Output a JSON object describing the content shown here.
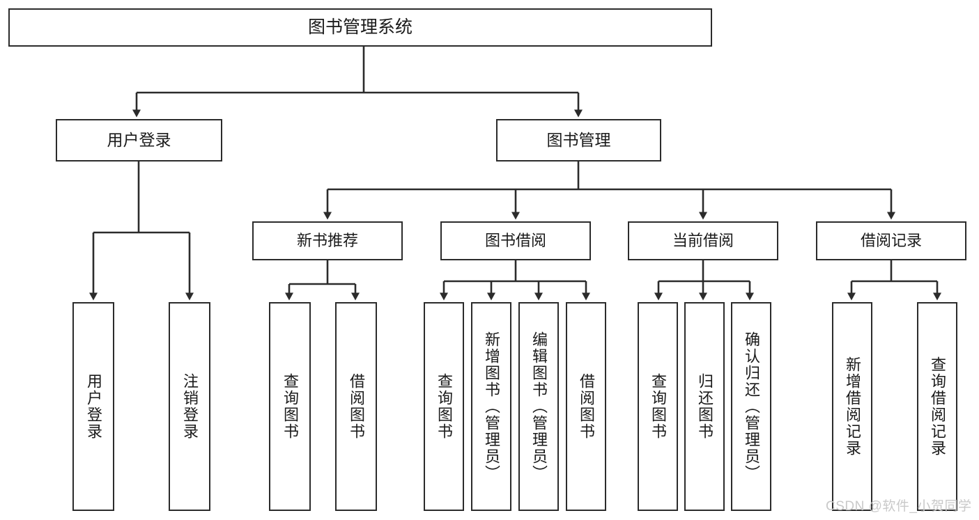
{
  "diagram": {
    "type": "hierarchy-tree",
    "title": "图书管理系统",
    "root": {
      "label": "图书管理系统"
    },
    "level2": [
      {
        "id": "user-login",
        "label": "用户登录"
      },
      {
        "id": "book-management",
        "label": "图书管理"
      }
    ],
    "level3": [
      {
        "id": "new-book-recommend",
        "label": "新书推荐",
        "parent": "book-management"
      },
      {
        "id": "book-borrow",
        "label": "图书借阅",
        "parent": "book-management"
      },
      {
        "id": "current-borrow",
        "label": "当前借阅",
        "parent": "book-management"
      },
      {
        "id": "borrow-record",
        "label": "借阅记录",
        "parent": "book-management"
      }
    ],
    "leaves": {
      "user_login": [
        {
          "id": "leaf-user-login",
          "label": "用户登录"
        },
        {
          "id": "leaf-logout",
          "label": "注销登录"
        }
      ],
      "new_book_recommend": [
        {
          "id": "leaf-query-book-1",
          "label": "查询图书"
        },
        {
          "id": "leaf-borrow-book-1",
          "label": "借阅图书"
        }
      ],
      "book_borrow": [
        {
          "id": "leaf-query-book-2",
          "label": "查询图书"
        },
        {
          "id": "leaf-add-book",
          "label": "新增图书（管理员）"
        },
        {
          "id": "leaf-edit-book",
          "label": "编辑图书（管理员）"
        },
        {
          "id": "leaf-borrow-book-2",
          "label": "借阅图书"
        }
      ],
      "current_borrow": [
        {
          "id": "leaf-query-book-3",
          "label": "查询图书"
        },
        {
          "id": "leaf-return-book",
          "label": "归还图书"
        },
        {
          "id": "leaf-confirm-return",
          "label": "确认归还（管理员）"
        }
      ],
      "borrow_record": [
        {
          "id": "leaf-add-record",
          "label": "新增借阅记录"
        },
        {
          "id": "leaf-query-record",
          "label": "查询借阅记录"
        }
      ]
    }
  },
  "watermark": {
    "text": "CSDN @软件_小贺同学"
  },
  "colors": {
    "stroke": "#2b2b2b",
    "box_fill": "#ffffff",
    "text": "#1a1a1a",
    "watermark": "#c9c9c9",
    "background": "#ffffff"
  }
}
